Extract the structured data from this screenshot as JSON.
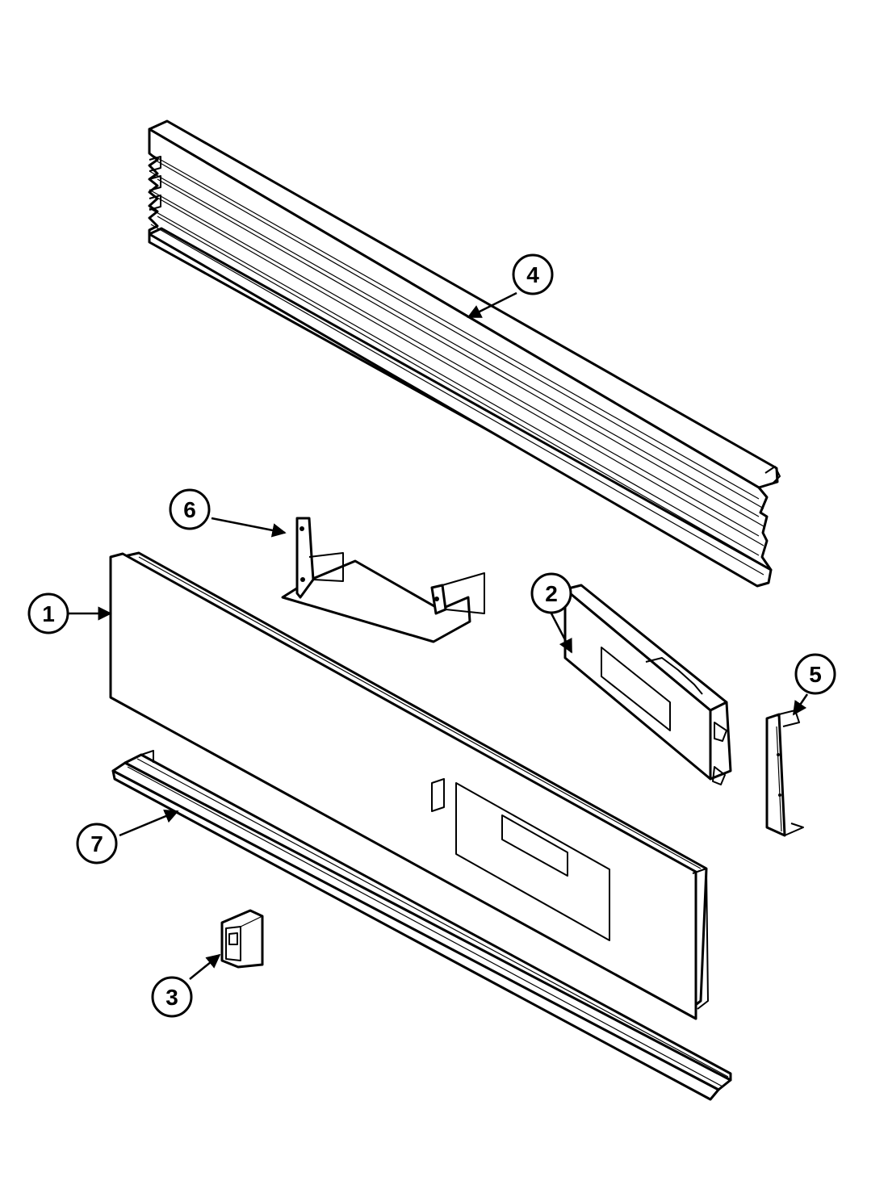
{
  "callouts": [
    {
      "id": "1",
      "label": "1"
    },
    {
      "id": "2",
      "label": "2"
    },
    {
      "id": "3",
      "label": "3"
    },
    {
      "id": "4",
      "label": "4"
    },
    {
      "id": "5",
      "label": "5"
    },
    {
      "id": "6",
      "label": "6"
    },
    {
      "id": "7",
      "label": "7"
    }
  ],
  "colors": {
    "line": "#000000",
    "fill": "#ffffff",
    "background": "#ffffff"
  }
}
